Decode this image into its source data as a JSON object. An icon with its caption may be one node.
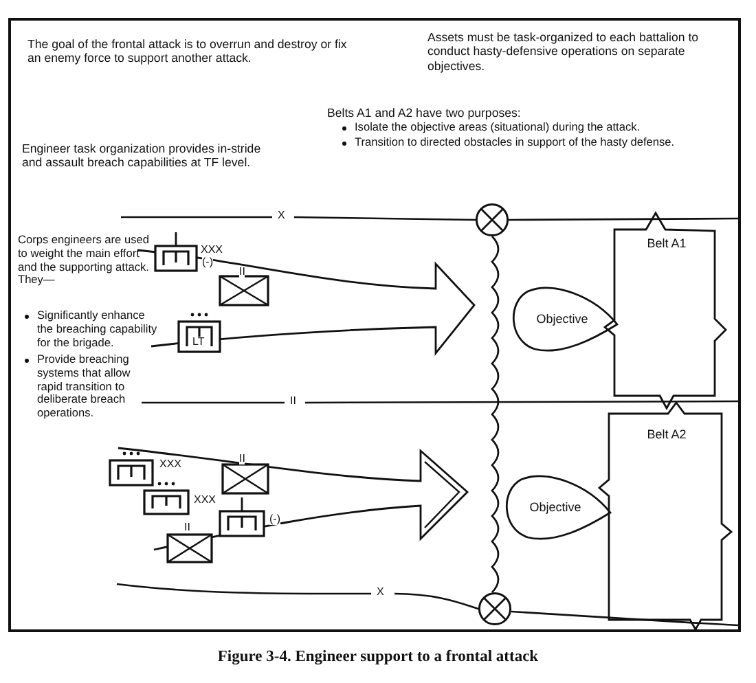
{
  "diagram": {
    "caption": "Figure 3-4. Engineer support to a frontal attack",
    "nodes": [
      {
        "text": [
          "Objective"
        ]
      },
      {
        "text": [
          "Belt A1"
        ]
      },
      {
        "text": [
          "Objective"
        ]
      },
      {
        "text": [
          "Belt A2"
        ]
      },
      {
        "text": [],
        "shape": "circle"
      },
      {
        "text": [],
        "shape": "circle"
      }
    ],
    "edges": [
      {
        "from": 4,
        "to": 5,
        "arrow": "none"
      }
    ],
    "labels": [
      "The goal of the frontal attack is to overrun and destroy or fix an enemy force to support another attack.",
      "Assets must be task-organized to each battalion to conduct hasty-defensive operations on separate objectives.",
      "Belts A1 and A2 have two purposes:",
      "Isolate the objective areas (situational) during the attack.",
      "Transition to directed obstacles in support of the hasty defense.",
      "Engineer task organization provides in-stride and assault breach capabilities at TF level.",
      "X",
      "Corps engineers are used to weight the main effort and the supporting attack. They—",
      "Significantly enhance the breaching capability for the brigade.",
      "Provide breaching systems that allow rapid transition to deliberate breach operations.",
      "XXX",
      "(-)",
      "II",
      "LT",
      "II",
      "XXX",
      "II",
      "XXX",
      "(-)",
      "II",
      "X"
    ]
  }
}
